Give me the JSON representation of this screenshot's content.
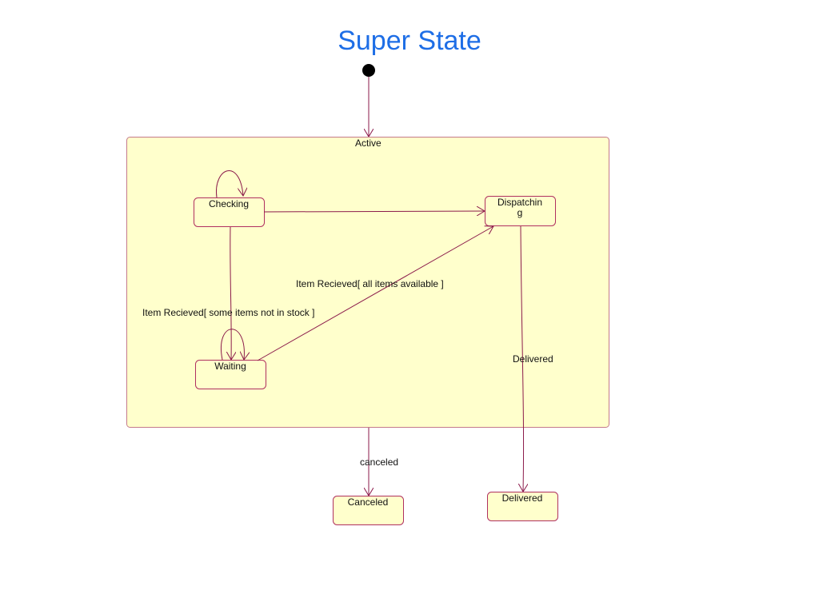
{
  "title": "Super State",
  "composite": {
    "label": "Active"
  },
  "states": {
    "checking": "Checking",
    "dispatching_line1": "Dispatchin",
    "dispatching_line2": "g",
    "waiting": "Waiting",
    "canceled": "Canceled",
    "delivered": "Delivered"
  },
  "transitions": {
    "all_available": "Item Recieved[ all items available ]",
    "some_not_in_stock": "Item Recieved[ some items not in stock ]",
    "delivered": "Delivered",
    "canceled": "canceled"
  },
  "colors": {
    "title": "#1e6ee6",
    "state_fill": "#ffffcc",
    "state_border": "#b03060",
    "arrow": "#8b1a4a"
  }
}
